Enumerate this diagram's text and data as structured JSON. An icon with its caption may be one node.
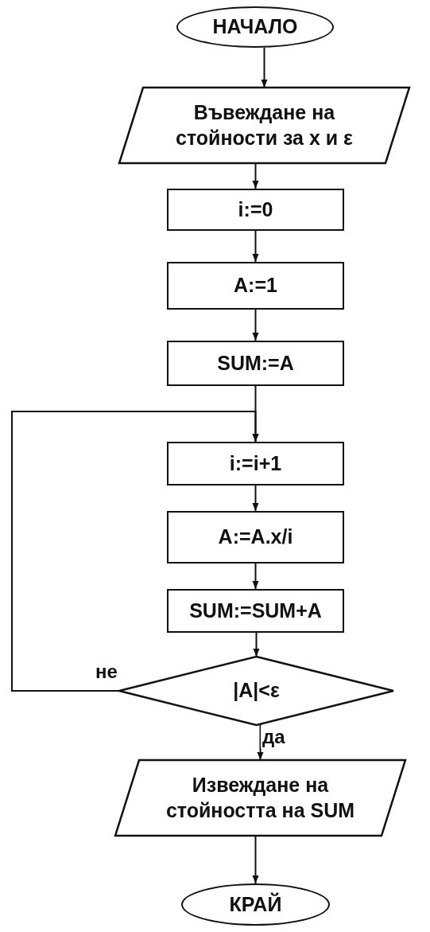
{
  "diagram": {
    "nodes": [
      {
        "text": [
          "НАЧАЛО"
        ]
      },
      {
        "text": [
          "Въвеждане на стойности за x и ε"
        ]
      },
      {
        "text": [
          "i:=0"
        ]
      },
      {
        "text": [
          "A:=1"
        ]
      },
      {
        "text": [
          "SUM:=A"
        ]
      },
      {
        "text": [
          "i:=i+1"
        ]
      },
      {
        "text": [
          "A:=A.x/i"
        ]
      },
      {
        "text": [
          "SUM:=SUM+A"
        ]
      },
      {
        "text": [
          "|A|<ε"
        ]
      },
      {
        "text": [
          "Извеждане на стойността на SUM"
        ]
      },
      {
        "text": [
          "КРАЙ"
        ]
      }
    ],
    "edges": [
      {
        "from": 0,
        "to": 1,
        "arrow": "to"
      },
      {
        "from": 1,
        "to": 2,
        "arrow": "to"
      },
      {
        "from": 2,
        "to": 3,
        "arrow": "to"
      },
      {
        "from": 3,
        "to": 4,
        "arrow": "to"
      },
      {
        "from": 4,
        "to": 5,
        "arrow": "to"
      },
      {
        "from": 5,
        "to": 6,
        "arrow": "to"
      },
      {
        "from": 6,
        "to": 7,
        "arrow": "to"
      },
      {
        "from": 7,
        "to": 8,
        "arrow": "to"
      },
      {
        "from": 8,
        "to": 5,
        "arrow": "to",
        "label": "не"
      },
      {
        "from": 8,
        "to": 9,
        "arrow": "to",
        "label": "да"
      },
      {
        "from": 9,
        "to": 10,
        "arrow": "to"
      }
    ]
  }
}
